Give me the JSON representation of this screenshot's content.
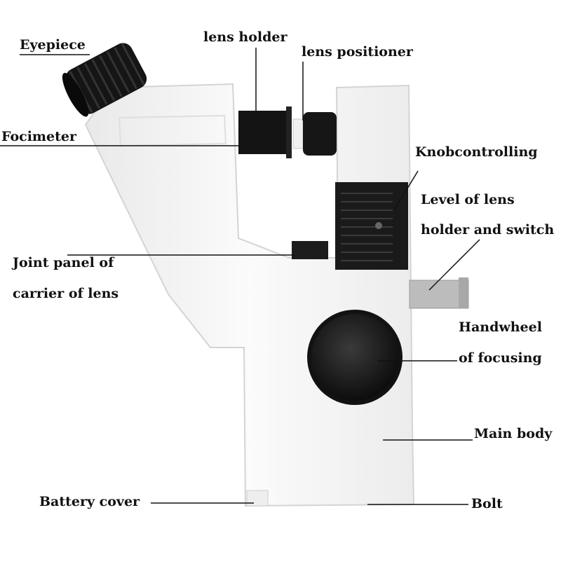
{
  "labels": {
    "eyepiece": "Eyepiece",
    "lens_holder": "lens holder",
    "lens_positioner": "lens positioner",
    "focimeter": "Focimeter",
    "knob_line1": "Knobcontrolling",
    "knob_line2": "Level of lens",
    "knob_line3": "holder and switch",
    "joint_line1": "Joint panel of",
    "joint_line2": "carrier of lens",
    "handwheel_line1": "Handwheel",
    "handwheel_line2": "of focusing",
    "main_body": "Main body",
    "battery_cover": "Battery cover",
    "bolt": "Bolt"
  },
  "colors": {
    "body": "#f7f7f7",
    "black_part": "#1a1a1a",
    "metal": "#b8b8b8",
    "leader_line": "#111111"
  }
}
